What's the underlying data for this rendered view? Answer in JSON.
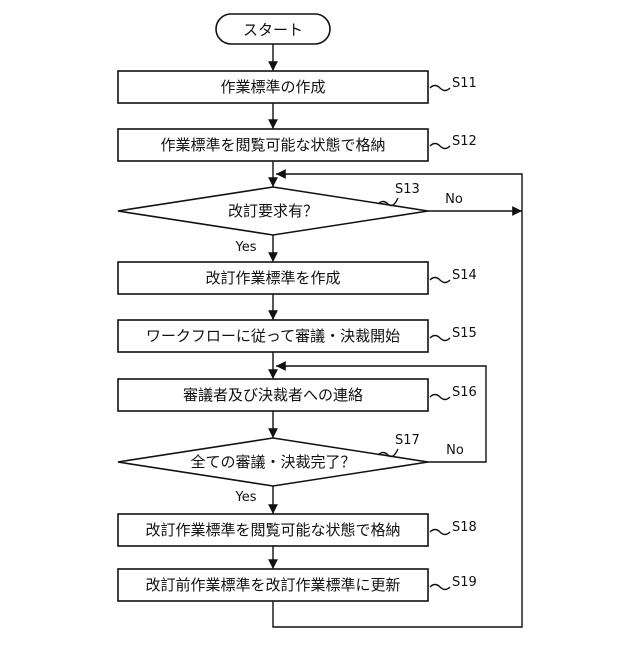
{
  "flowchart": {
    "start_label": "スタート",
    "steps": [
      {
        "id": "S11",
        "text": "作業標準の作成"
      },
      {
        "id": "S12",
        "text": "作業標準を閲覧可能な状態で格納"
      },
      {
        "id": "S13",
        "text": "改訂要求有？"
      },
      {
        "id": "S14",
        "text": "改訂作業標準を作成"
      },
      {
        "id": "S15",
        "text": "ワークフローに従って審議・決裁開始"
      },
      {
        "id": "S16",
        "text": "審議者及び決裁者への連絡"
      },
      {
        "id": "S17",
        "text": "全ての審議・決裁完了？"
      },
      {
        "id": "S18",
        "text": "改訂作業標準を閲覧可能な状態で格納"
      },
      {
        "id": "S19",
        "text": "改訂前作業標準を改訂作業標準に更新"
      }
    ],
    "branch_labels": {
      "s13_yes": "Yes",
      "s13_no": "No",
      "s17_yes": "Yes",
      "s17_no": "No"
    }
  }
}
